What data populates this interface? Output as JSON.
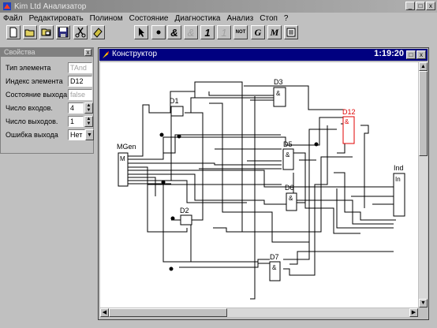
{
  "app": {
    "title": "Kim Ltd Анализатор",
    "buttons": [
      "_",
      "□",
      "x"
    ]
  },
  "menu": [
    "Файл",
    "Редактировать",
    "Полином",
    "Состояние",
    "Диагностика",
    "Анализ",
    "Стоп",
    "?"
  ],
  "toolbar": {
    "icons": [
      "new-file-icon",
      "open-folder-icon",
      "open-library-icon",
      "save-icon",
      "cut-icon",
      "eraser-icon",
      "pointer-icon",
      "dot-icon",
      "and-gate-icon",
      "and-gate-disabled-icon",
      "one-gate-icon",
      "one-gate-disabled-icon",
      "not-gate-icon",
      "g-generator-icon",
      "m-module-icon",
      "indicator-icon"
    ],
    "labels": {
      "and": "&",
      "one": "1",
      "not": "NOT",
      "g": "G",
      "m": "M"
    }
  },
  "properties": {
    "title": "Свойства",
    "close": "x",
    "rows": [
      {
        "label": "Тип элемента",
        "value": "TAnd",
        "kind": "text-disabled"
      },
      {
        "label": "Индекс элемента",
        "value": "D12",
        "kind": "text"
      },
      {
        "label": "Состояние выхода",
        "value": "false",
        "kind": "text-disabled"
      },
      {
        "label": "Число входов.",
        "value": "4",
        "kind": "spin"
      },
      {
        "label": "Число выходов.",
        "value": "1",
        "kind": "spin"
      },
      {
        "label": "Ошибка выхода",
        "value": "Нет",
        "kind": "select"
      }
    ]
  },
  "constructor": {
    "title": "Конструктор",
    "clock": "1:19:20",
    "buttons": [
      "□",
      "x"
    ],
    "elements": {
      "mgen_label": "MGen",
      "mgen_inner": "M",
      "d1": "D1",
      "d2": "D2",
      "d3": "D3",
      "d5": "D5",
      "d6": "D6",
      "d7": "D7",
      "d12": "D12",
      "ind_label": "Ind",
      "ind_inner": "In",
      "and_symbol": "&"
    },
    "selected_color": "#e00000"
  }
}
